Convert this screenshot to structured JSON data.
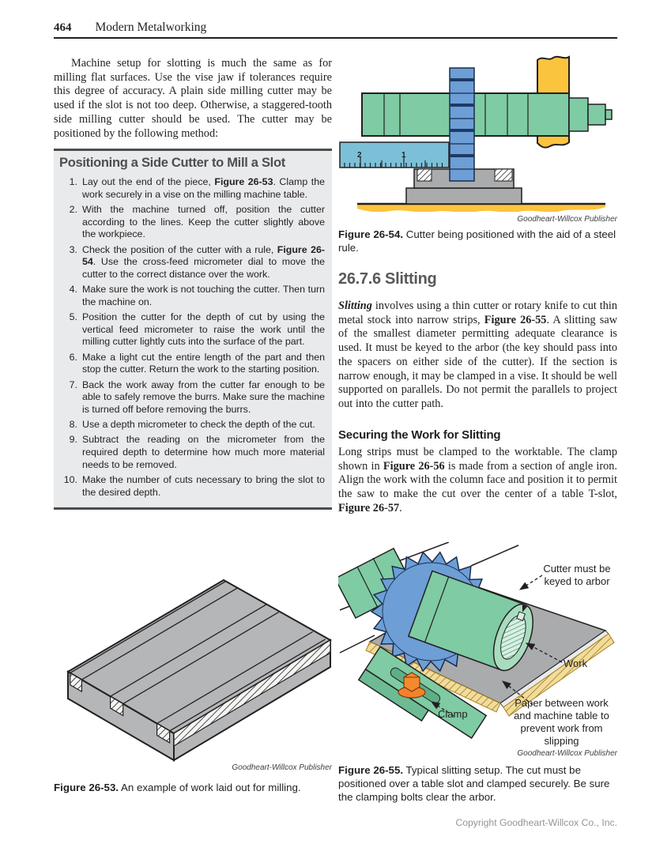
{
  "page": {
    "number": "464",
    "book_title": "Modern Metalworking",
    "publisher_credit": "Goodheart-Willcox Publisher",
    "copyright": "Copyright Goodheart-Willcox Co., Inc."
  },
  "intro_paragraph": "Machine setup for slotting is much the same as for milling flat surfaces. Use the vise jaw if tolerances require this degree of accuracy. A plain side milling cutter may be used if the slot is not too deep. Otherwise, a staggered-tooth side milling cutter should be used. The cutter may be positioned by the following method:",
  "procedure_box": {
    "title": "Positioning a Side Cutter to Mill a Slot",
    "steps": [
      {
        "num": "1.",
        "parts": [
          {
            "t": "Lay out the end of the piece, "
          },
          {
            "t": "Figure 26-53",
            "b": true
          },
          {
            "t": ". Clamp the work securely in a vise on the milling machine table."
          }
        ]
      },
      {
        "num": "2.",
        "parts": [
          {
            "t": "With the machine turned off, position the cutter according to the lines. Keep the cutter slightly above the workpiece."
          }
        ]
      },
      {
        "num": "3.",
        "parts": [
          {
            "t": "Check the position of the cutter with a rule, "
          },
          {
            "t": "Figure 26-54",
            "b": true
          },
          {
            "t": ". Use the cross-feed micrometer dial to move the cutter to the correct distance over the work."
          }
        ]
      },
      {
        "num": "4.",
        "parts": [
          {
            "t": "Make sure the work is not touching the cutter. Then turn the machine on."
          }
        ]
      },
      {
        "num": "5.",
        "parts": [
          {
            "t": "Position the cutter for the depth of cut by using the vertical feed micrometer to raise the work until the milling cutter lightly cuts into the surface of the part."
          }
        ]
      },
      {
        "num": "6.",
        "parts": [
          {
            "t": "Make a light cut the entire length of the part and then stop the cutter. Return the work to the starting position."
          }
        ]
      },
      {
        "num": "7.",
        "parts": [
          {
            "t": "Back the work away from the cutter far enough to be able to safely remove the burrs. Make sure the machine is turned off before removing the burrs."
          }
        ]
      },
      {
        "num": "8.",
        "parts": [
          {
            "t": "Use a depth micrometer to check the depth of the cut."
          }
        ]
      },
      {
        "num": "9.",
        "parts": [
          {
            "t": "Subtract the reading on the micrometer from the required depth to determine how much more material needs to be removed."
          }
        ]
      },
      {
        "num": "10.",
        "parts": [
          {
            "t": "Make the number of cuts necessary to bring the slot to the desired depth."
          }
        ]
      }
    ]
  },
  "figure_53": {
    "caption": [
      {
        "t": "Figure 26-53.",
        "b": true
      },
      {
        "t": " An example of work laid out for milling."
      }
    ]
  },
  "figure_54": {
    "ruler_numbers": [
      "2",
      "1"
    ],
    "caption": [
      {
        "t": "Figure 26-54.",
        "b": true
      },
      {
        "t": " Cutter being positioned with the aid of a steel rule."
      }
    ]
  },
  "section": {
    "heading": "26.7.6 Slitting",
    "paragraph1": [
      {
        "t": "Slitting",
        "b": true,
        "i": true
      },
      {
        "t": " involves using a thin cutter or rotary knife to cut thin metal stock into narrow strips, "
      },
      {
        "t": "Figure 26-55",
        "b": true
      },
      {
        "t": ". A slitting saw of the smallest diameter permitting adequate clearance is used. It must be keyed to the arbor (the key should pass into the spacers on either side of the cutter). If the section is narrow enough, it may be clamped in a vise. It should be well supported on parallels. Do not permit the parallels to project out into the cutter path."
      }
    ],
    "subheading": "Securing the Work for Slitting",
    "paragraph2": [
      {
        "t": "Long strips must be clamped to the worktable. The clamp shown in "
      },
      {
        "t": "Figure 26-56",
        "b": true
      },
      {
        "t": " is made from a section of angle iron. Align the work with the column face and position it to permit the saw to make the cut over the center of a table T-slot, "
      },
      {
        "t": "Figure 26-57",
        "b": true
      },
      {
        "t": "."
      }
    ]
  },
  "figure_55": {
    "labels": {
      "cutter": "Cutter must be keyed to arbor",
      "work": "Work",
      "paper": "Paper between work and machine table to prevent work from slipping",
      "clamp": "Clamp"
    },
    "caption": [
      {
        "t": "Figure 26-55.",
        "b": true
      },
      {
        "t": " Typical slitting setup. The cut must be positioned over a table slot and clamped securely. Be sure the clamping bolts clear the arbor."
      }
    ]
  },
  "colors": {
    "arbor_green": "#7ecba4",
    "cutter_blue": "#6d9ed6",
    "rule_teal": "#7cc0d8",
    "machine_yellow": "#fbc43d",
    "part_gray": "#a9abad",
    "bolt_orange": "#f4812d",
    "heading_gray": "#57585a",
    "box_background": "#e9eaeb"
  }
}
